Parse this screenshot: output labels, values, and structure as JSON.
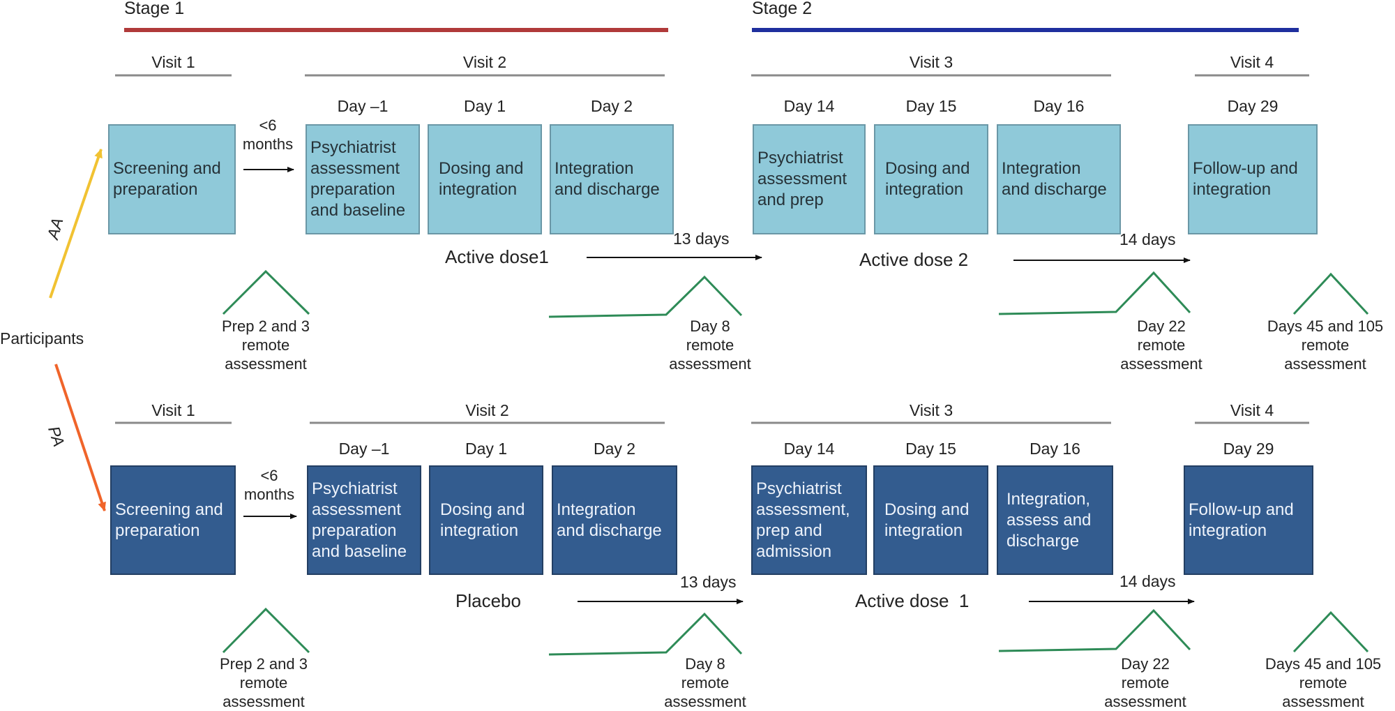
{
  "stages": {
    "stage1": "Stage 1",
    "stage2": "Stage 2",
    "stage1_color": "#b03a3a",
    "stage2_color": "#1f2f9e"
  },
  "participants": "Participants",
  "arms": {
    "aa": {
      "label": "AA",
      "arrow_color": "#f1c232"
    },
    "pa": {
      "label": "PA",
      "arrow_color": "#f0642a"
    }
  },
  "visits": {
    "v1": "Visit 1",
    "v2": "Visit 2",
    "v3": "Visit 3",
    "v4": "Visit 4"
  },
  "days": {
    "dm1": "Day –1",
    "d1": "Day 1",
    "d2": "Day 2",
    "d14": "Day 14",
    "d15": "Day 15",
    "d16": "Day 16",
    "d29": "Day 29"
  },
  "gap": {
    "months": "<6\nmonths",
    "days13": "13 days",
    "days14": "14 days"
  },
  "top": {
    "boxes": [
      "Screening and\npreparation",
      "Psychiatrist\nassessment\npreparation\nand baseline",
      "Dosing and\nintegration",
      "Integration\nand discharge",
      "Psychiatrist\nassessment\nand prep",
      "Dosing and\nintegration",
      "Integration\nand discharge",
      "Follow-up and\nintegration"
    ],
    "dose1": "Active dose1",
    "dose2": "Active dose 2",
    "remote": [
      "Prep 2 and 3\nremote\nassessment",
      "Day 8\nremote\nassessment",
      "Day 22\nremote\nassessment",
      "Days 45 and 105\nremote\nassessment"
    ]
  },
  "bottom": {
    "boxes": [
      "Screening and\npreparation",
      "Psychiatrist\nassessment\npreparation\nand baseline",
      "Dosing and\nintegration",
      "Integration\nand discharge",
      "Psychiatrist\nassessment,\nprep and\nadmission",
      "Dosing and\nintegration",
      "Integration,\nassess and\ndischarge",
      "Follow-up and\nintegration"
    ],
    "dose1": "Placebo",
    "dose2": "Active dose  1",
    "remote": [
      "Prep 2 and 3\nremote\nassessment",
      "Day 8\nremote\nassessment",
      "Day 22\nremote\nassessment",
      "Days 45 and 105\nremote\nassessment"
    ]
  },
  "colors": {
    "light_box": "#8fc9d9",
    "dark_box": "#335c8f",
    "remote_line": "#2e8b57"
  }
}
